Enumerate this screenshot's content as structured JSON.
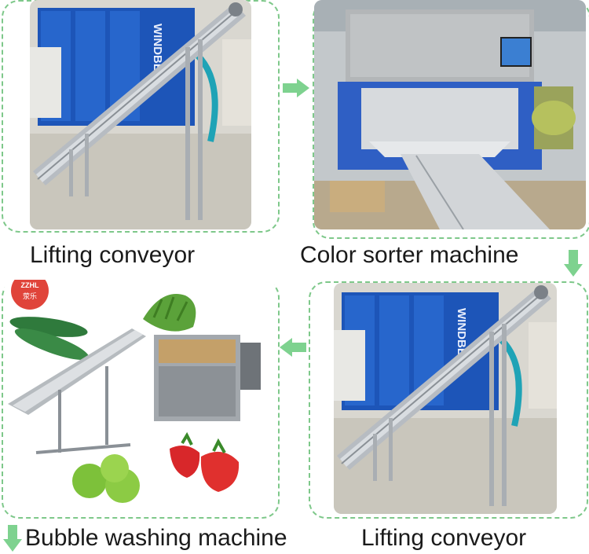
{
  "steps": [
    {
      "label": "Lifting conveyor"
    },
    {
      "label": "Color sorter machine"
    },
    {
      "label": "Lifting conveyor"
    },
    {
      "label": "Bubble washing machine"
    }
  ],
  "badge": {
    "line1": "ZZHL",
    "line2": "荥乐"
  },
  "machine_brand": "WINDBELL",
  "colors": {
    "border": "#7ec88a",
    "arrow": "#7ed28f"
  }
}
